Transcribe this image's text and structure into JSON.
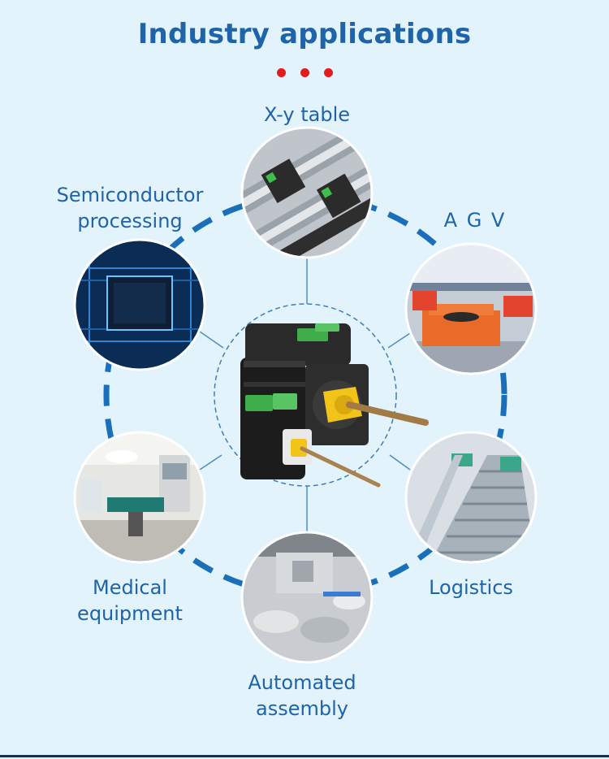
{
  "header": {
    "title": "Industry applications",
    "accent_color": "#e01c1c"
  },
  "labels": {
    "xy_table": "X-y table",
    "semiconductor_line1": "Semiconductor",
    "semiconductor_line2": "processing",
    "agv": "A G V",
    "medical_line1": "Medical",
    "medical_line2": "equipment",
    "logistics": "Logistics",
    "assembly_line1": "Automated",
    "assembly_line2": "assembly"
  },
  "colors": {
    "background": "#e2f3fc",
    "brand_blue": "#1f63a8",
    "ring_dash": "#1a6fb8",
    "connector": "#4a8fbf"
  },
  "icons": {
    "center": "stepper-motor-icon",
    "xy_table": "linear-rail-icon",
    "semiconductor": "chip-icon",
    "agv": "agv-cart-icon",
    "medical": "operating-table-icon",
    "logistics": "conveyor-icon",
    "assembly": "assembly-machine-icon"
  }
}
